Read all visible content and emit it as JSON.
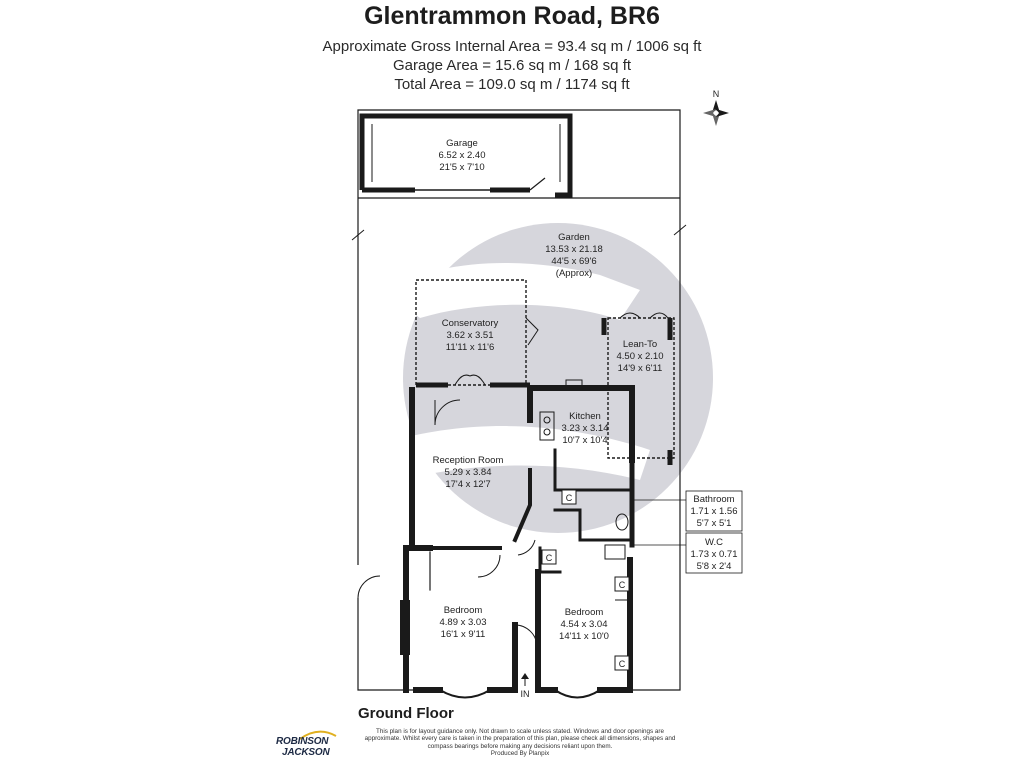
{
  "header": {
    "title": "Glentrammon Road, BR6",
    "gross_area": "Approximate Gross Internal Area = 93.4 sq m / 1006 sq ft",
    "garage_area": "Garage Area = 15.6 sq m / 168 sq ft",
    "total_area": "Total Area = 109.0 sq m / 1174 sq ft"
  },
  "compass": {
    "label": "N"
  },
  "rooms": {
    "garage": {
      "name": "Garage",
      "metric": "6.52 x 2.40",
      "imperial": "21'5 x 7'10"
    },
    "garden": {
      "name": "Garden",
      "metric": "13.53 x 21.18",
      "imperial": "44'5 x 69'6",
      "note": "(Approx)"
    },
    "conservatory": {
      "name": "Conservatory",
      "metric": "3.62 x 3.51",
      "imperial": "11'11 x 11'6"
    },
    "leanto": {
      "name": "Lean-To",
      "metric": "4.50 x 2.10",
      "imperial": "14'9 x 6'11"
    },
    "kitchen": {
      "name": "Kitchen",
      "metric": "3.23 x 3.14",
      "imperial": "10'7 x 10'4"
    },
    "reception": {
      "name": "Reception Room",
      "metric": "5.29 x 3.84",
      "imperial": "17'4 x 12'7"
    },
    "bathroom": {
      "name": "Bathroom",
      "metric": "1.71 x 1.56",
      "imperial": "5'7 x 5'1"
    },
    "wc": {
      "name": "W.C",
      "metric": "1.73 x 0.71",
      "imperial": "5'8 x 2'4"
    },
    "bedroom1": {
      "name": "Bedroom",
      "metric": "4.89 x 3.03",
      "imperial": "16'1 x 9'11"
    },
    "bedroom2": {
      "name": "Bedroom",
      "metric": "4.54 x 3.04",
      "imperial": "14'11 x 10'0"
    }
  },
  "cupboard_label": "C",
  "entrance_label": "IN",
  "floor_label": "Ground Floor",
  "disclaimer": "This plan is for layout guidance only. Not drawn to scale unless stated. Windows and door openings are approximate. Whilst every care is taken in the preparation of this plan, please check all dimensions, shapes and compass bearings before making any decisions reliant upon them.",
  "produced_by": "Produced By Planpix",
  "logo": {
    "line1": "ROBINSON",
    "line2": "JACKSON"
  },
  "colors": {
    "wall": "#1a1a1a",
    "watermark": "#d6d6dc",
    "accent": "#2b3a55"
  }
}
